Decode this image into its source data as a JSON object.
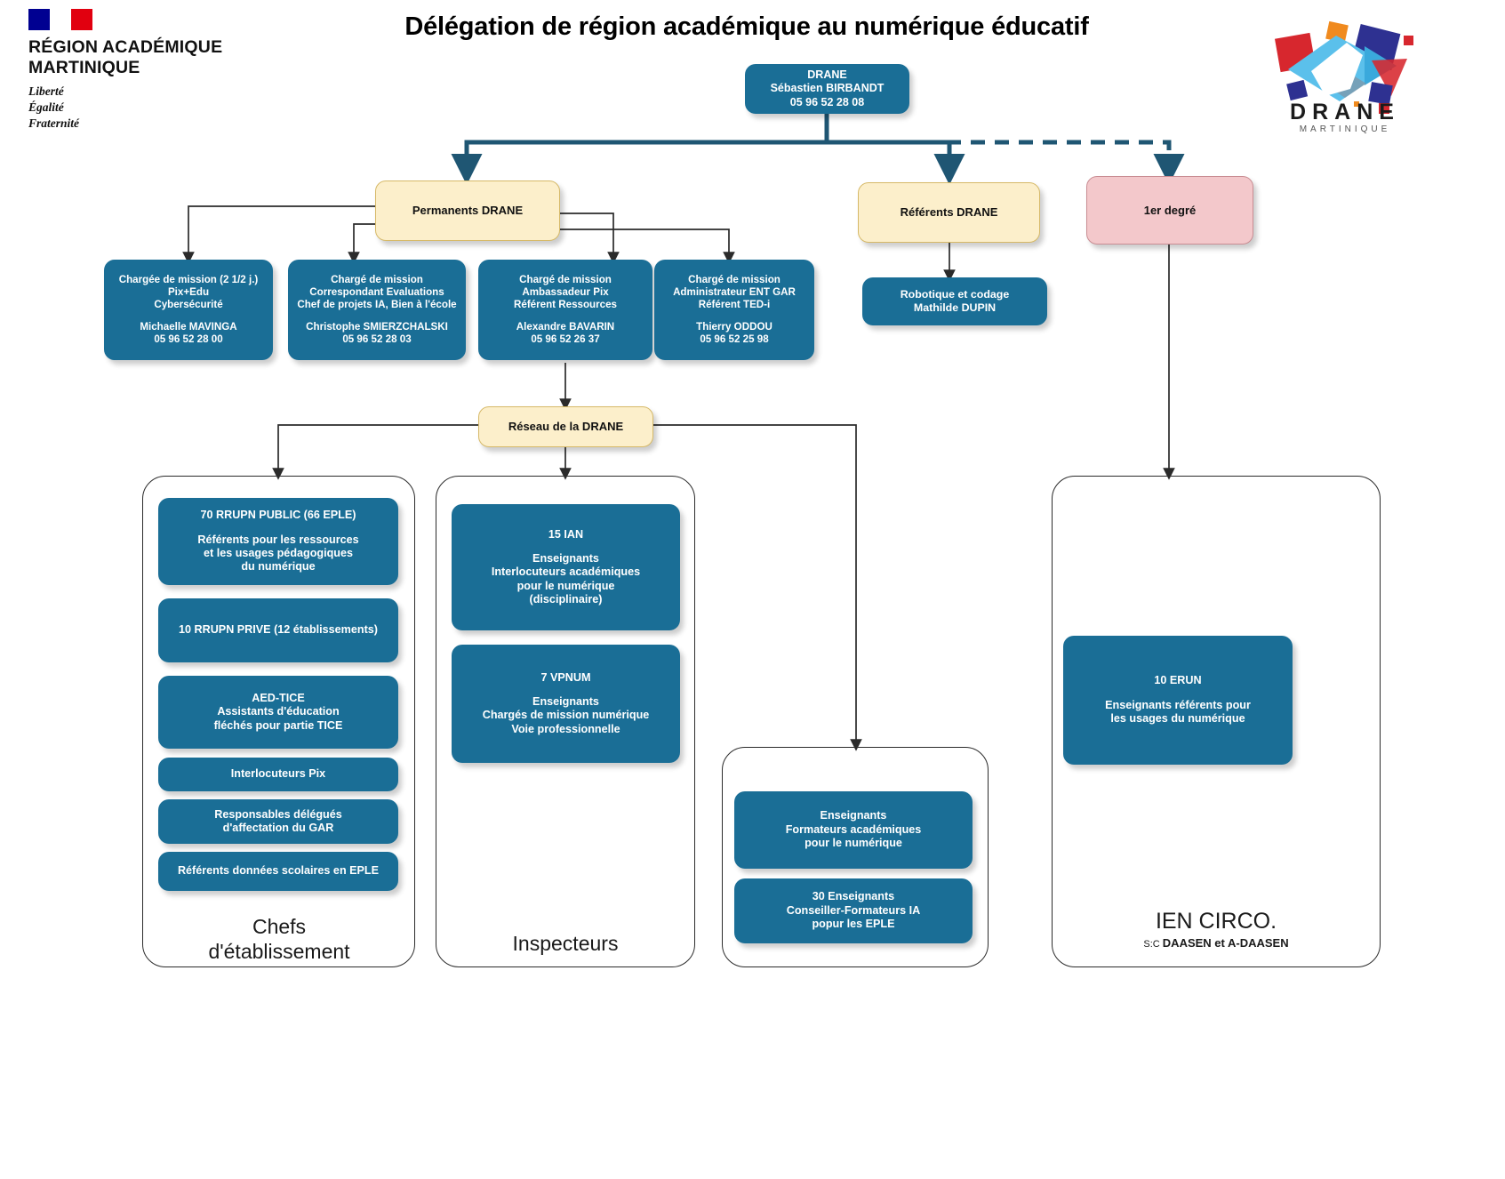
{
  "header": {
    "title": "Délégation de région académique au numérique éducatif",
    "region_logo": {
      "name": "RÉGION ACADÉMIQUE MARTINIQUE",
      "motto_line1": "Liberté",
      "motto_line2": "Égalité",
      "motto_line3": "Fraternité"
    },
    "drane_logo": {
      "word": "DRANE",
      "sub": "MARTINIQUE"
    }
  },
  "colors": {
    "node_blue": "#1A6E96",
    "node_cream": "#FCEFCB",
    "node_cream_border": "#D6B968",
    "node_pink": "#F3C8CB",
    "node_pink_border": "#C98D93",
    "connector": "#2b2b2b",
    "connector_thick": "#1F5673"
  },
  "root": {
    "title": "DRANE",
    "name": "Sébastien BIRBANDT",
    "phone": "05 96 52 28 08"
  },
  "branches": {
    "permanents": "Permanents DRANE",
    "referents": "Référents DRANE",
    "premier_degre": "1er degré",
    "reseau": "Réseau de la DRANE"
  },
  "permanents_staff": [
    {
      "role_line1": "Chargée de mission (2 1/2 j.)",
      "role_line2": "Pix+Edu",
      "role_line3": "Cybersécurité",
      "name": "Michaelle MAVINGA",
      "phone": "05 96 52 28 00"
    },
    {
      "role_line1": "Chargé de mission",
      "role_line2": "Correspondant Evaluations",
      "role_line3": "Chef de projets IA, Bien à l'école",
      "name": "Christophe SMIERZCHALSKI",
      "phone": "05 96 52 28 03"
    },
    {
      "role_line1": "Chargé de mission",
      "role_line2": "Ambassadeur Pix",
      "role_line3": "Référent Ressources",
      "name": "Alexandre BAVARIN",
      "phone": "05 96 52 26 37"
    },
    {
      "role_line1": "Chargé de mission",
      "role_line2": "Administrateur ENT GAR",
      "role_line3": "Référent TED-i",
      "name": "Thierry ODDOU",
      "phone": "05 96 52 25 98"
    }
  ],
  "referents_staff": {
    "role": "Robotique et codage",
    "name": "Mathilde DUPIN"
  },
  "chefs_group": {
    "label_line1": "Chefs",
    "label_line2": "d'établissement",
    "items": [
      {
        "title": "70 RRUPN PUBLIC (66 EPLE)",
        "desc_line1": "Référents pour les ressources",
        "desc_line2": "et les usages pédagogiques",
        "desc_line3": "du numérique"
      },
      {
        "title": "10 RRUPN PRIVE (12 établissements)",
        "desc_line1": "",
        "desc_line2": "",
        "desc_line3": ""
      },
      {
        "title": "AED-TICE",
        "desc_line1": "Assistants d'éducation",
        "desc_line2": "fléchés pour partie TICE",
        "desc_line3": ""
      },
      {
        "title": "Interlocuteurs Pix",
        "desc_line1": "",
        "desc_line2": "",
        "desc_line3": ""
      },
      {
        "title": "Responsables délégués",
        "desc_line1": "d'affectation du GAR",
        "desc_line2": "",
        "desc_line3": ""
      },
      {
        "title": "Référents données scolaires en EPLE",
        "desc_line1": "",
        "desc_line2": "",
        "desc_line3": ""
      }
    ]
  },
  "inspecteurs_group": {
    "label": "Inspecteurs",
    "items": [
      {
        "title": "15 IAN",
        "desc_line1": "Enseignants",
        "desc_line2": "Interlocuteurs académiques",
        "desc_line3": "pour le numérique",
        "desc_line4": "(disciplinaire)"
      },
      {
        "title": "7 VPNUM",
        "desc_line1": "Enseignants",
        "desc_line2": "Chargés de mission numérique",
        "desc_line3": "Voie professionnelle",
        "desc_line4": ""
      }
    ]
  },
  "formateurs_group": {
    "items": [
      {
        "line1": "Enseignants",
        "line2": "Formateurs académiques",
        "line3": "pour le numérique"
      },
      {
        "line1": "30 Enseignants",
        "line2": "Conseiller-Formateurs IA",
        "line3": "popur les EPLE"
      }
    ]
  },
  "ien_group": {
    "label_main": "IEN CIRCO.",
    "label_sub_prefix": "S:C ",
    "label_sub": "DAASEN et A-DAASEN",
    "item": {
      "title": "10 ERUN",
      "desc_line1": "Enseignants référents pour",
      "desc_line2": "les usages du numérique"
    }
  }
}
